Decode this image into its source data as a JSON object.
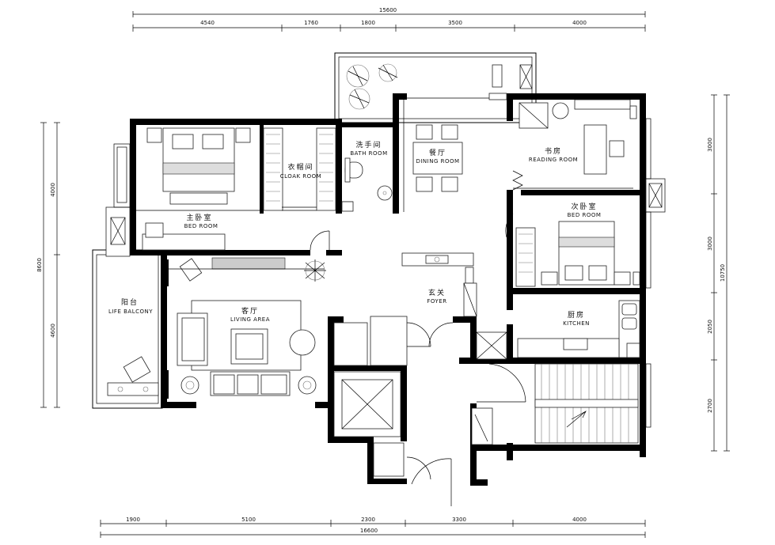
{
  "dimensions": {
    "top_total": "15600",
    "top_segments": [
      "4540",
      "1760",
      "1800",
      "3500",
      "4000"
    ],
    "bottom_segments": [
      "1900",
      "5100",
      "2300",
      "3300",
      "4000"
    ],
    "bottom_total": "16600",
    "left_total": "8600",
    "left_segments": [
      "4000",
      "4600"
    ],
    "right_total": "10750",
    "right_segments": [
      "3000",
      "3000",
      "2050",
      "2700"
    ]
  },
  "rooms": {
    "master_bedroom": {
      "cn": "主卧室",
      "en": "BED   ROOM"
    },
    "cloak_room": {
      "cn": "衣帽间",
      "en": "CLOAK ROOM"
    },
    "bath_room": {
      "cn": "洗手间",
      "en": "BATH  ROOM"
    },
    "dining_room": {
      "cn": "餐厅",
      "en": "DINING ROOM"
    },
    "reading_room": {
      "cn": "书房",
      "en": "READING ROOM"
    },
    "second_bedroom": {
      "cn": "次卧室",
      "en": "BED  ROOM"
    },
    "life_balcony": {
      "cn": "阳台",
      "en": "LIFE BALCONY"
    },
    "living_area": {
      "cn": "客厅",
      "en": "LIVING   AREA"
    },
    "foyer": {
      "cn": "玄关",
      "en": "FOYER"
    },
    "kitchen": {
      "cn": "厨房",
      "en": "KITCHEN"
    }
  }
}
